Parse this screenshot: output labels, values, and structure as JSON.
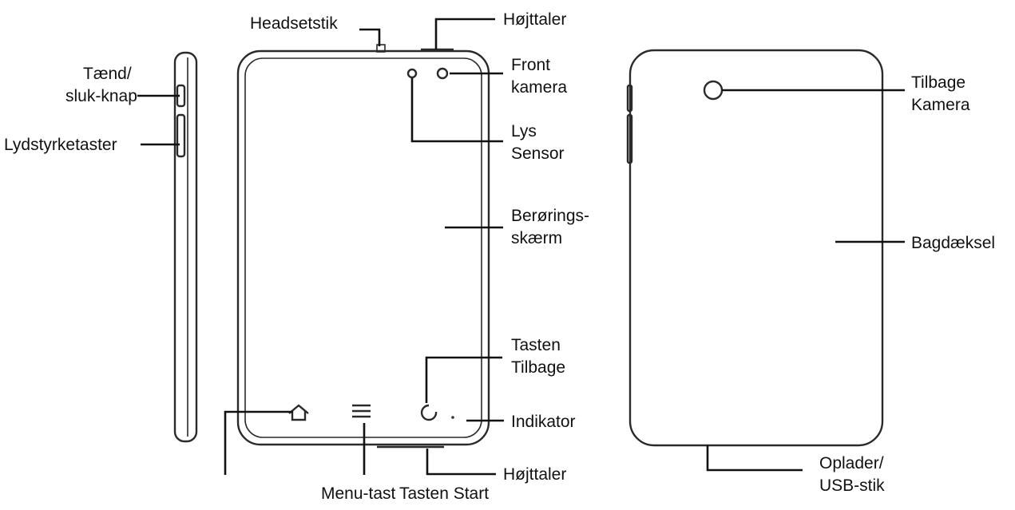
{
  "labels": {
    "headset_jack": "Headsetstik",
    "speaker_top": "Højttaler",
    "front_camera_1": "Front",
    "front_camera_2": "kamera",
    "light_sensor_1": "Lys",
    "light_sensor_2": "Sensor",
    "touchscreen_1": "Berørings-",
    "touchscreen_2": "skærm",
    "back_key_1": "Tasten",
    "back_key_2": "Tilbage",
    "indicator": "Indikator",
    "speaker_bottom": "Højttaler",
    "menu_key": "Menu-tast",
    "home_key": "Tasten Start",
    "power_1": "Tænd/",
    "power_2": "sluk-knap",
    "volume_keys": "Lydstyrketaster",
    "rear_camera_1": "Tilbage",
    "rear_camera_2": "Kamera",
    "back_cover": "Bagdæksel",
    "charger_1": "Oplader/",
    "charger_2": "USB-stik"
  }
}
